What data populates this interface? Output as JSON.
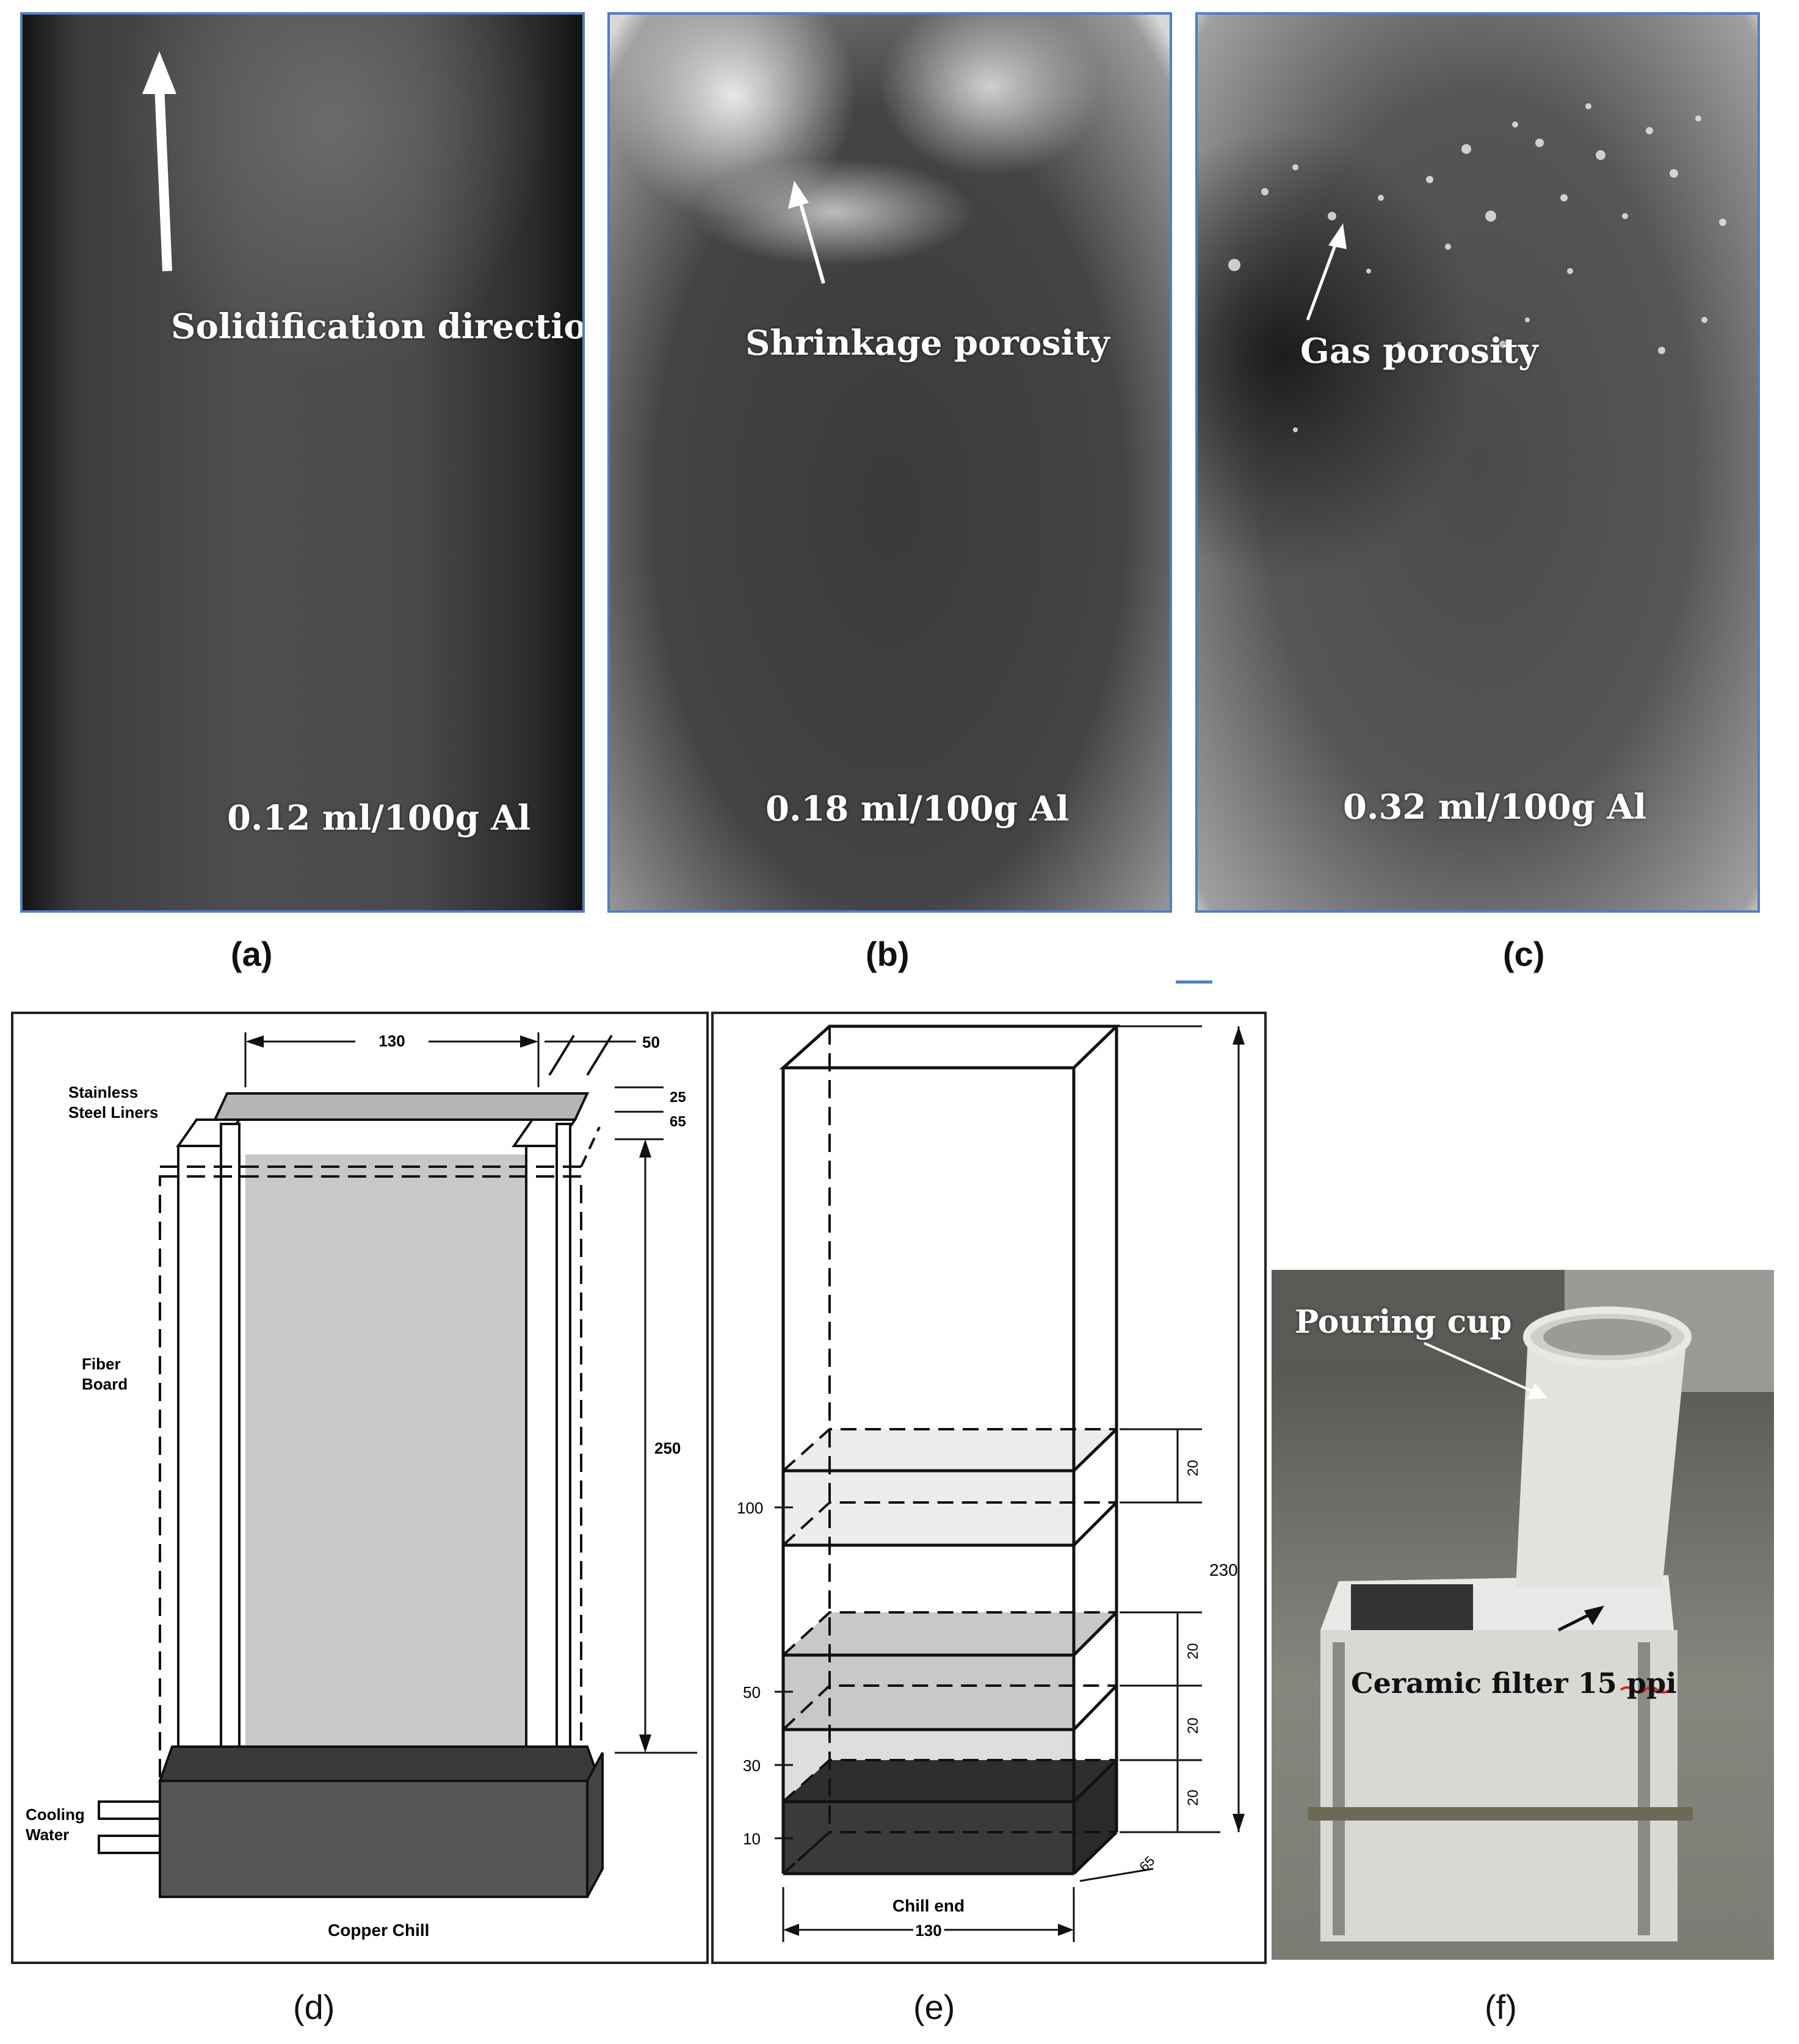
{
  "panels": {
    "a": {
      "caption": "(a)",
      "label": "Solidification direction",
      "concentration": "0.12 ml/100g Al"
    },
    "b": {
      "caption": "(b)",
      "label": "Shrinkage porosity",
      "concentration": "0.18 ml/100g Al"
    },
    "c": {
      "caption": "(c)",
      "label": "Gas porosity",
      "concentration": "0.32 ml/100g Al"
    },
    "d": {
      "caption": "(d)",
      "labels": {
        "liners": "Stainless Steel Liners",
        "liners_l1": "Stainless",
        "liners_l2": "Steel Liners",
        "fiber_l1": "Fiber",
        "fiber_l2": "Board",
        "cooling_l1": "Cooling",
        "cooling_l2": "Water",
        "chill": "Copper Chill"
      },
      "dims": {
        "width": "130",
        "depth": "50",
        "d25": "25",
        "d65": "65",
        "height": "250"
      }
    },
    "e": {
      "caption": "(e)",
      "labels": {
        "chill_end": "Chill end"
      },
      "dims": {
        "width": "130",
        "height": "230",
        "depth": "65",
        "slice": "20"
      },
      "positions": [
        "100",
        "50",
        "30",
        "10"
      ]
    },
    "f": {
      "caption": "(f)",
      "labels": {
        "pouring_cup": "Pouring cup",
        "filter": "Ceramic filter 15 ppi"
      }
    }
  },
  "colors": {
    "photo_border": "#4f7fc3",
    "chill": "#555555",
    "cavity": "#c8c8c8"
  }
}
